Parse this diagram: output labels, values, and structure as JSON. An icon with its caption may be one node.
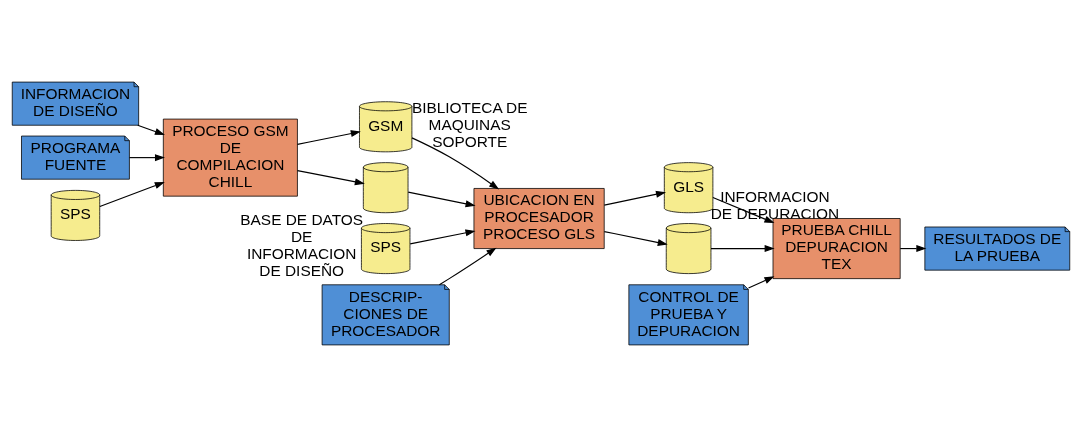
{
  "diagram": {
    "nodes": [
      {
        "text": [
          "INFORMACION DE DISEÑO"
        ]
      },
      {
        "text": [
          "PROGRAMA FUENTE"
        ]
      },
      {
        "text": [
          "SPS"
        ]
      },
      {
        "text": [
          "PROCESO GSM DE COMPILACION CHILL"
        ]
      },
      {
        "text": [
          "GSM"
        ],
        "beside": [
          "BIBLIOTECA DE MAQUINAS SOPORTE"
        ]
      },
      {
        "text": [],
        "shape": "cylinder",
        "beside": [
          "BASE DE DATOS DE INFORMACION DE DISEÑO"
        ]
      },
      {
        "text": [
          "SPS"
        ]
      },
      {
        "text": [
          "UBICACION EN PROCESADOR",
          "PROCESO GLS"
        ]
      },
      {
        "text": [
          "DESCRIP- CIONES DE PROCESADOR"
        ]
      },
      {
        "text": [
          "GLS"
        ]
      },
      {
        "text": [],
        "shape": "cylinder",
        "beside": [
          "INFORMACION DE DEPURACION"
        ]
      },
      {
        "text": [
          "CONTROL DE PRUEBA Y DEPURACION"
        ]
      },
      {
        "text": [
          "PRUEBA CHILL DEPURACION TEX"
        ]
      },
      {
        "text": [
          "RESULTADOS DE LA PRUEBA"
        ]
      }
    ],
    "edges": [
      {
        "from": 0,
        "to": 3,
        "arrow": "to"
      },
      {
        "from": 1,
        "to": 3,
        "arrow": "to"
      },
      {
        "from": 2,
        "to": 3,
        "arrow": "to"
      },
      {
        "from": 3,
        "to": 4,
        "arrow": "to"
      },
      {
        "from": 3,
        "to": 5,
        "arrow": "to"
      },
      {
        "from": 4,
        "to": 7,
        "arrow": "to"
      },
      {
        "from": 5,
        "to": 7,
        "arrow": "to"
      },
      {
        "from": 6,
        "to": 7,
        "arrow": "to"
      },
      {
        "from": 8,
        "to": 7,
        "arrow": "to"
      },
      {
        "from": 7,
        "to": 9,
        "arrow": "to"
      },
      {
        "from": 7,
        "to": 10,
        "arrow": "to"
      },
      {
        "from": 9,
        "to": 12,
        "arrow": "to"
      },
      {
        "from": 10,
        "to": 12,
        "arrow": "to"
      },
      {
        "from": 11,
        "to": 12,
        "arrow": "to"
      },
      {
        "from": 12,
        "to": 13,
        "arrow": "to"
      }
    ]
  }
}
